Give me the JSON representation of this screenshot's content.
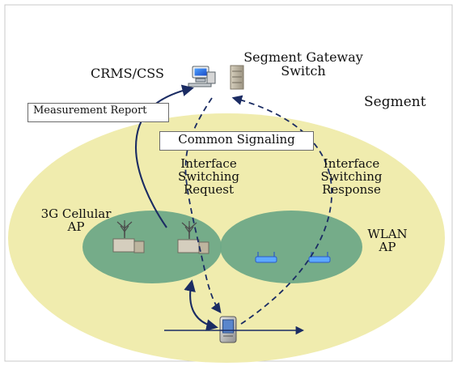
{
  "labels": {
    "crms": "CRMS/CSS",
    "gateway_line1": "Segment Gateway",
    "gateway_line2": "Switch",
    "segment": "Segment",
    "measurement_report": "Measurement Report",
    "common_signaling": "Common Signaling",
    "request_line1": "Interface",
    "request_line2": "Switching",
    "request_line3": "Request",
    "response_line1": "Interface",
    "response_line2": "Switching",
    "response_line3": "Response",
    "cellular_line1": "3G Cellular",
    "cellular_line2": "AP",
    "wlan_line1": "WLAN",
    "wlan_line2": "AP"
  },
  "colors": {
    "segment_fill": "#f0ecae",
    "cell_fill": "#6ea987",
    "arrow_color": "#1b2c63",
    "frame": "#c9c9c9"
  },
  "icons": {
    "crms": "computer-icon",
    "gateway": "server-switch-icon",
    "cellular_ap": "cell-tower-icon",
    "wlan_ap": "wireless-access-point-icon",
    "mobile": "mobile-device-icon"
  }
}
